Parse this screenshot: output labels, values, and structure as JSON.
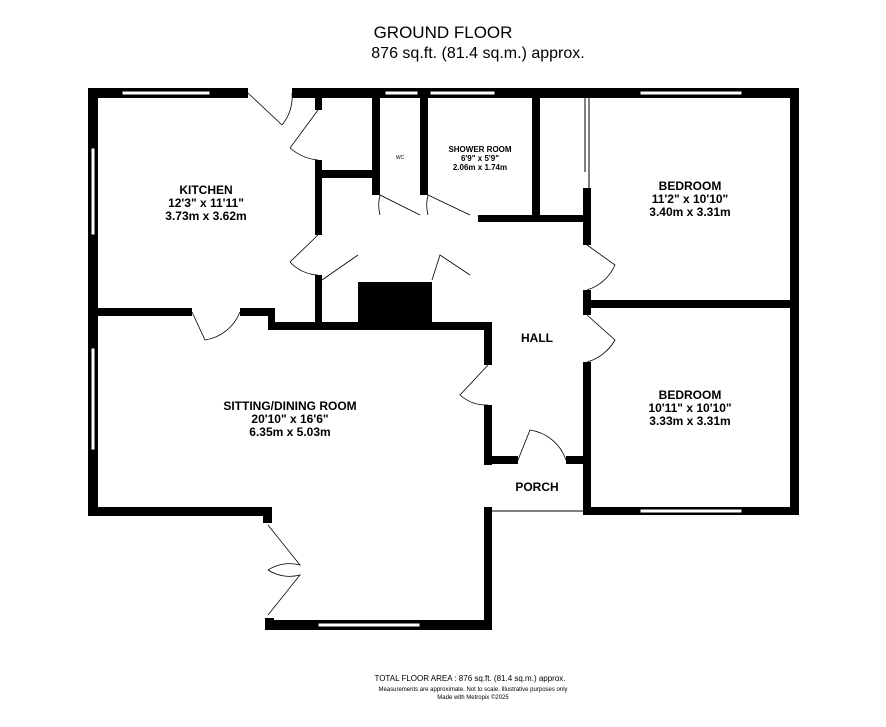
{
  "header": {
    "title": "GROUND FLOOR",
    "area": "876 sq.ft. (81.4 sq.m.) approx."
  },
  "rooms": [
    {
      "name": "KITCHEN",
      "imperial": "12'3\" x 11'11\"",
      "metric": "3.73m x 3.62m"
    },
    {
      "name": "WC"
    },
    {
      "name": "SHOWER ROOM",
      "imperial": "6'9\" x 5'9\"",
      "metric": "2.06m x 1.74m"
    },
    {
      "name": "BEDROOM",
      "imperial": "11'2\" x 10'10\"",
      "metric": "3.40m x 3.31m"
    },
    {
      "name": "HALL"
    },
    {
      "name": "SITTING/DINING ROOM",
      "imperial": "20'10\" x 16'6\"",
      "metric": "6.35m x 5.03m"
    },
    {
      "name": "BEDROOM",
      "imperial": "10'11\" x 10'10\"",
      "metric": "3.33m x 3.31m"
    },
    {
      "name": "PORCH"
    }
  ],
  "footer": {
    "total": "TOTAL FLOOR AREA : 876 sq.ft. (81.4 sq.m.) approx.",
    "disclaimer": "Measurements are approximate.  Not to scale.  Illustrative purposes only",
    "credit": "Made with Metropix ©2025"
  },
  "colors": {
    "wall": "#000000",
    "background": "#ffffff"
  }
}
